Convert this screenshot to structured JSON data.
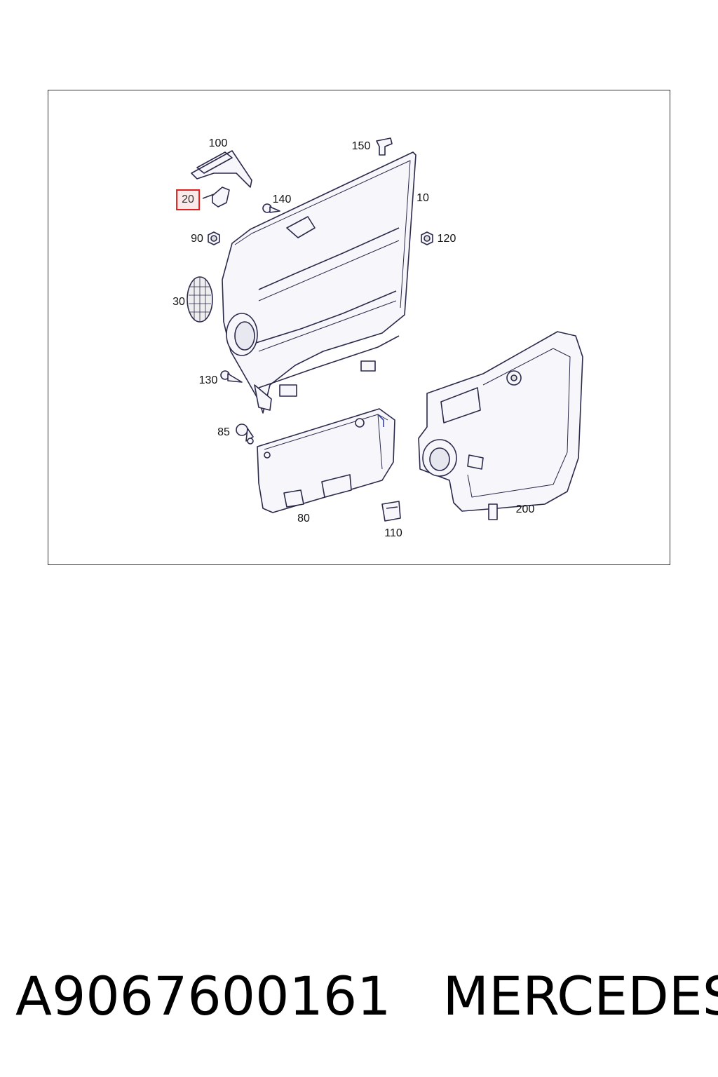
{
  "callouts": [
    {
      "id": "10",
      "label": "10"
    },
    {
      "id": "20",
      "label": "20",
      "highlight": true
    },
    {
      "id": "30",
      "label": "30"
    },
    {
      "id": "80",
      "label": "80"
    },
    {
      "id": "85",
      "label": "85"
    },
    {
      "id": "90",
      "label": "90"
    },
    {
      "id": "100",
      "label": "100"
    },
    {
      "id": "110",
      "label": "110"
    },
    {
      "id": "120",
      "label": "120"
    },
    {
      "id": "130",
      "label": "130"
    },
    {
      "id": "140",
      "label": "140"
    },
    {
      "id": "150",
      "label": "150"
    },
    {
      "id": "200",
      "label": "200"
    }
  ],
  "footer": {
    "part_number": "A9067600161",
    "brand": "MERCEDES"
  },
  "colors": {
    "line": "#2a2a4a",
    "fill": "#f4f4fa",
    "highlight_border": "#e0201c"
  }
}
